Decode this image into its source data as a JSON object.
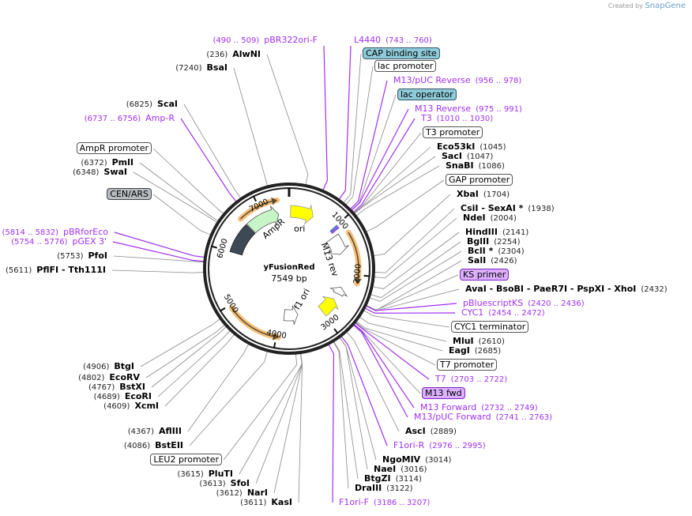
{
  "credit": {
    "prefix": "Created by",
    "brand": "SnapGene"
  },
  "plasmid": {
    "name": "yFusionRed",
    "length": "7549 bp"
  },
  "ticks": [
    "1000",
    "2000",
    "3000",
    "4000",
    "5000",
    "6000",
    "7000"
  ],
  "inner_features": [
    {
      "label": "AmpR",
      "color": "#c8f5c8"
    },
    {
      "label": "ori",
      "color": "#ffff00"
    },
    {
      "label": "M13 rev",
      "color": "#ffffff"
    },
    {
      "label": "f1 ori",
      "color": "#ffff00"
    },
    {
      "label": "",
      "color": "#3d4a55"
    }
  ],
  "colors": {
    "primer": "#a030f0",
    "orf_arrow": "#f5a623",
    "line": "#888888"
  },
  "labels": [
    {
      "name": "pBR322ori-F",
      "loc": "(490 .. 509)",
      "kind": "primer"
    },
    {
      "name": "L4440",
      "loc": "(743 .. 760)",
      "kind": "primer"
    },
    {
      "name": "CAP binding site",
      "loc": "",
      "kind": "box-teal"
    },
    {
      "name": "lac promoter",
      "loc": "",
      "kind": "box"
    },
    {
      "name": "M13/pUC Reverse",
      "loc": "(956 .. 978)",
      "kind": "primer"
    },
    {
      "name": "lac operator",
      "loc": "",
      "kind": "box-teal"
    },
    {
      "name": "M13 Reverse",
      "loc": "(975 .. 991)",
      "kind": "primer"
    },
    {
      "name": "T3",
      "loc": "(1010 .. 1030)",
      "kind": "primer"
    },
    {
      "name": "T3 promoter",
      "loc": "",
      "kind": "box"
    },
    {
      "name": "Eco53kI",
      "loc": "(1045)",
      "kind": "enzyme"
    },
    {
      "name": "SacI",
      "loc": "(1047)",
      "kind": "enzyme"
    },
    {
      "name": "SnaBI",
      "loc": "(1086)",
      "kind": "enzyme"
    },
    {
      "name": "GAP promoter",
      "loc": "",
      "kind": "box"
    },
    {
      "name": "XbaI",
      "loc": "(1704)",
      "kind": "enzyme"
    },
    {
      "name": "CsiI  - SexAI *",
      "loc": "(1938)",
      "kind": "enzyme"
    },
    {
      "name": "NdeI",
      "loc": "(2004)",
      "kind": "enzyme"
    },
    {
      "name": "HindIII",
      "loc": "(2141)",
      "kind": "enzyme"
    },
    {
      "name": "BglII",
      "loc": "(2254)",
      "kind": "enzyme"
    },
    {
      "name": "BclI *",
      "loc": "(2304)",
      "kind": "enzyme"
    },
    {
      "name": "SalI",
      "loc": "(2426)",
      "kind": "enzyme"
    },
    {
      "name": "KS primer",
      "loc": "",
      "kind": "box-purple"
    },
    {
      "name": "AvaI  - BsoBI  - PaeR7I  - PspXI  - XhoI",
      "loc": "(2432)",
      "kind": "enzyme"
    },
    {
      "name": "pBluescriptKS",
      "loc": "(2420 .. 2436)",
      "kind": "primer"
    },
    {
      "name": "CYC1",
      "loc": "(2454 .. 2472)",
      "kind": "primer"
    },
    {
      "name": "CYC1 terminator",
      "loc": "",
      "kind": "box"
    },
    {
      "name": "MluI",
      "loc": "(2610)",
      "kind": "enzyme"
    },
    {
      "name": "EagI",
      "loc": "(2685)",
      "kind": "enzyme"
    },
    {
      "name": "T7 promoter",
      "loc": "",
      "kind": "box"
    },
    {
      "name": "T7",
      "loc": "(2703 .. 2722)",
      "kind": "primer"
    },
    {
      "name": "M13 fwd",
      "loc": "",
      "kind": "box-purple"
    },
    {
      "name": "M13 Forward",
      "loc": "(2732 .. 2749)",
      "kind": "primer"
    },
    {
      "name": "M13/pUC Forward",
      "loc": "(2741 .. 2763)",
      "kind": "primer"
    },
    {
      "name": "AscI",
      "loc": "(2889)",
      "kind": "enzyme"
    },
    {
      "name": "F1ori-R",
      "loc": "(2976 .. 2995)",
      "kind": "primer"
    },
    {
      "name": "NgoMIV",
      "loc": "(3014)",
      "kind": "enzyme"
    },
    {
      "name": "NaeI",
      "loc": "(3016)",
      "kind": "enzyme"
    },
    {
      "name": "BtgZI",
      "loc": "(3114)",
      "kind": "enzyme"
    },
    {
      "name": "DraIII",
      "loc": "(3122)",
      "kind": "enzyme"
    },
    {
      "name": "F1ori-F",
      "loc": "(3186 .. 3207)",
      "kind": "primer"
    },
    {
      "name": "KasI",
      "loc": "(3611)",
      "kind": "enzyme"
    },
    {
      "name": "NarI",
      "loc": "(3612)",
      "kind": "enzyme"
    },
    {
      "name": "SfoI",
      "loc": "(3613)",
      "kind": "enzyme"
    },
    {
      "name": "PluTI",
      "loc": "(3615)",
      "kind": "enzyme"
    },
    {
      "name": "LEU2 promoter",
      "loc": "",
      "kind": "box"
    },
    {
      "name": "BstEII",
      "loc": "(4086)",
      "kind": "enzyme"
    },
    {
      "name": "AflIII",
      "loc": "(4367)",
      "kind": "enzyme"
    },
    {
      "name": "XcmI",
      "loc": "(4609)",
      "kind": "enzyme"
    },
    {
      "name": "EcoRI",
      "loc": "(4689)",
      "kind": "enzyme"
    },
    {
      "name": "BstXI",
      "loc": "(4767)",
      "kind": "enzyme"
    },
    {
      "name": "EcoRV",
      "loc": "(4802)",
      "kind": "enzyme"
    },
    {
      "name": "BtgI",
      "loc": "(4906)",
      "kind": "enzyme"
    },
    {
      "name": "PflFI  - Tth111I",
      "loc": "(5611)",
      "kind": "enzyme"
    },
    {
      "name": "PfoI",
      "loc": "(5753)",
      "kind": "enzyme"
    },
    {
      "name": "pGEX 3'",
      "loc": "(5754 .. 5776)",
      "kind": "primer"
    },
    {
      "name": "pBRforEco",
      "loc": "(5814 .. 5832)",
      "kind": "primer"
    },
    {
      "name": "CEN/ARS",
      "loc": "",
      "kind": "box-gray"
    },
    {
      "name": "SwaI",
      "loc": "(6348)",
      "kind": "enzyme"
    },
    {
      "name": "PmlI",
      "loc": "(6372)",
      "kind": "enzyme"
    },
    {
      "name": "AmpR promoter",
      "loc": "",
      "kind": "box"
    },
    {
      "name": "Amp-R",
      "loc": "(6737 .. 6756)",
      "kind": "primer"
    },
    {
      "name": "ScaI",
      "loc": "(6825)",
      "kind": "enzyme"
    },
    {
      "name": "BsaI",
      "loc": "(7240)",
      "kind": "enzyme"
    },
    {
      "name": "AlwNI",
      "loc": "(236)",
      "kind": "enzyme"
    }
  ]
}
